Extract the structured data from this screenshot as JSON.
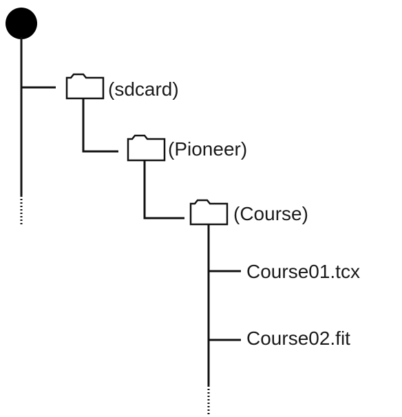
{
  "tree": {
    "root": {
      "children": [
        {
          "type": "folder",
          "label": "(sdcard)",
          "children": [
            {
              "type": "folder",
              "label": "(Pioneer)",
              "children": [
                {
                  "type": "folder",
                  "label": "(Course)",
                  "children": [
                    {
                      "type": "file",
                      "label": "Course01.tcx"
                    },
                    {
                      "type": "file",
                      "label": "Course02.fit"
                    }
                  ]
                }
              ]
            }
          ]
        }
      ]
    }
  },
  "colors": {
    "line": "#111111",
    "folder_outline": "#111111",
    "folder_fill": "#ffffff",
    "root_node": "#000000",
    "text": "#1a1a1a"
  }
}
